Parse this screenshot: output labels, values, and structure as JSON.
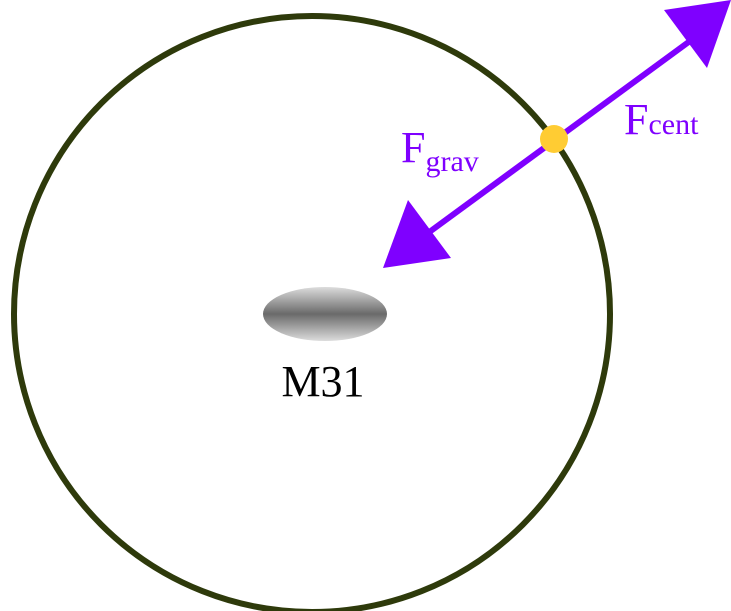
{
  "diagram": {
    "galaxy_label": "M31",
    "force_gravity": {
      "main": "F",
      "sub": "grav"
    },
    "force_centrifugal": {
      "main": "F",
      "sub": "cent"
    }
  },
  "colors": {
    "orbit": "#2e3a0b",
    "force_arrow": "#7f00ff",
    "orbiting_body": "#ffcc33",
    "galaxy_dark": "#6a6a6a",
    "galaxy_light": "#d8d8d8",
    "text": "#000000"
  }
}
